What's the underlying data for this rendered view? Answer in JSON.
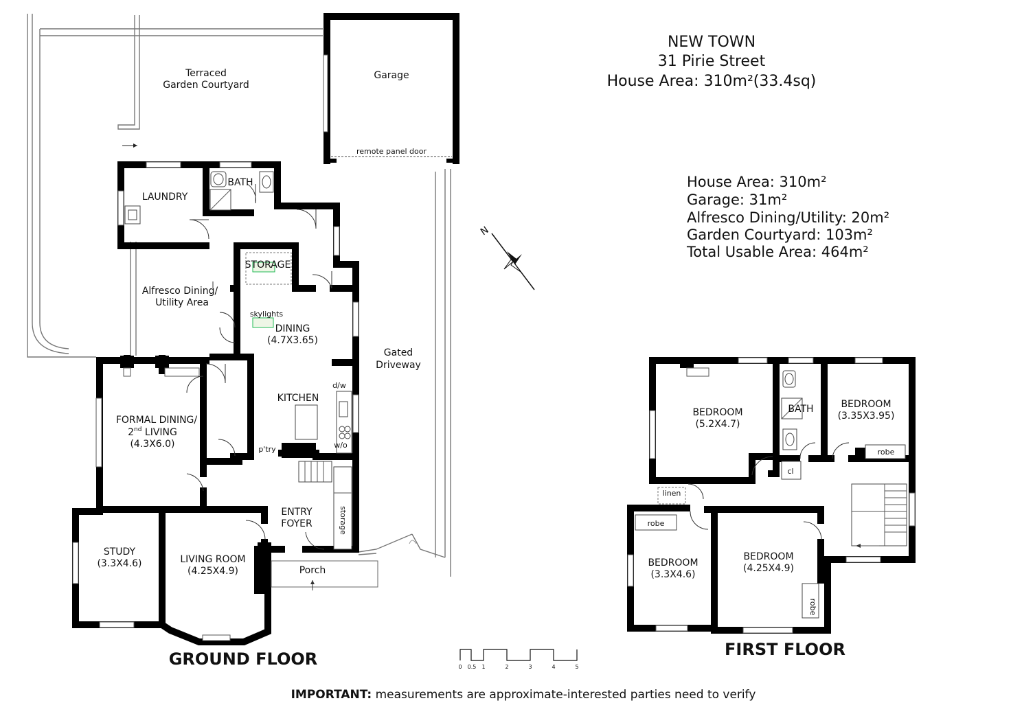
{
  "header": {
    "suburb": "NEW TOWN",
    "address": "31 Pirie Street",
    "house_area": "House Area: 310m²(33.4sq)"
  },
  "areas": [
    "House Area: 310m²",
    "Garage: 31m²",
    "Alfresco Dining/Utility: 20m²",
    "Garden Courtyard: 103m²",
    "Total Usable Area: 464m²"
  ],
  "compass": {
    "north_label": "N"
  },
  "ground_floor": {
    "label": "GROUND FLOOR",
    "terraced": [
      "Terraced",
      "Garden Courtyard"
    ],
    "garage": "Garage",
    "garage_door": "remote panel door",
    "laundry": "LAUNDRY",
    "bath": "BATH",
    "storage": "STORAGE",
    "alfresco": [
      "Alfresco Dining/",
      "Utility Area"
    ],
    "skylights": "skylights",
    "dining": [
      "DINING",
      "(4.7X3.65)"
    ],
    "gated": [
      "Gated",
      "Driveway"
    ],
    "kitchen": "KITCHEN",
    "dw": "d/w",
    "wo": "w/o",
    "pantry": "p'try",
    "formal_1": "FORMAL DINING/",
    "formal_2a": "2",
    "formal_2sup": "nd",
    "formal_2b": " LIVING",
    "formal_3": "(4.3X6.0)",
    "entry": [
      "ENTRY",
      "FOYER"
    ],
    "under_storage": "storage",
    "study": [
      "STUDY",
      "(3.3X4.6)"
    ],
    "living": [
      "LIVING ROOM",
      "(4.25X4.9)"
    ],
    "porch": "Porch"
  },
  "first_floor": {
    "label": "FIRST FLOOR",
    "bed1": [
      "BEDROOM",
      "(5.2X4.7)"
    ],
    "bath": "BATH",
    "bed2": [
      "BEDROOM",
      "(3.35X3.95)"
    ],
    "robe": "robe",
    "cl": "cl",
    "linen": "linen",
    "bed3": [
      "BEDROOM",
      "(3.3X4.6)"
    ],
    "bed4": [
      "BEDROOM",
      "(4.25X4.9)"
    ]
  },
  "scale_bar": [
    "0",
    "0.5",
    "1",
    "2",
    "3",
    "4",
    "5"
  ],
  "disclaimer": {
    "bold": "IMPORTANT:",
    "text": " measurements are approximate-interested parties need to verify"
  }
}
